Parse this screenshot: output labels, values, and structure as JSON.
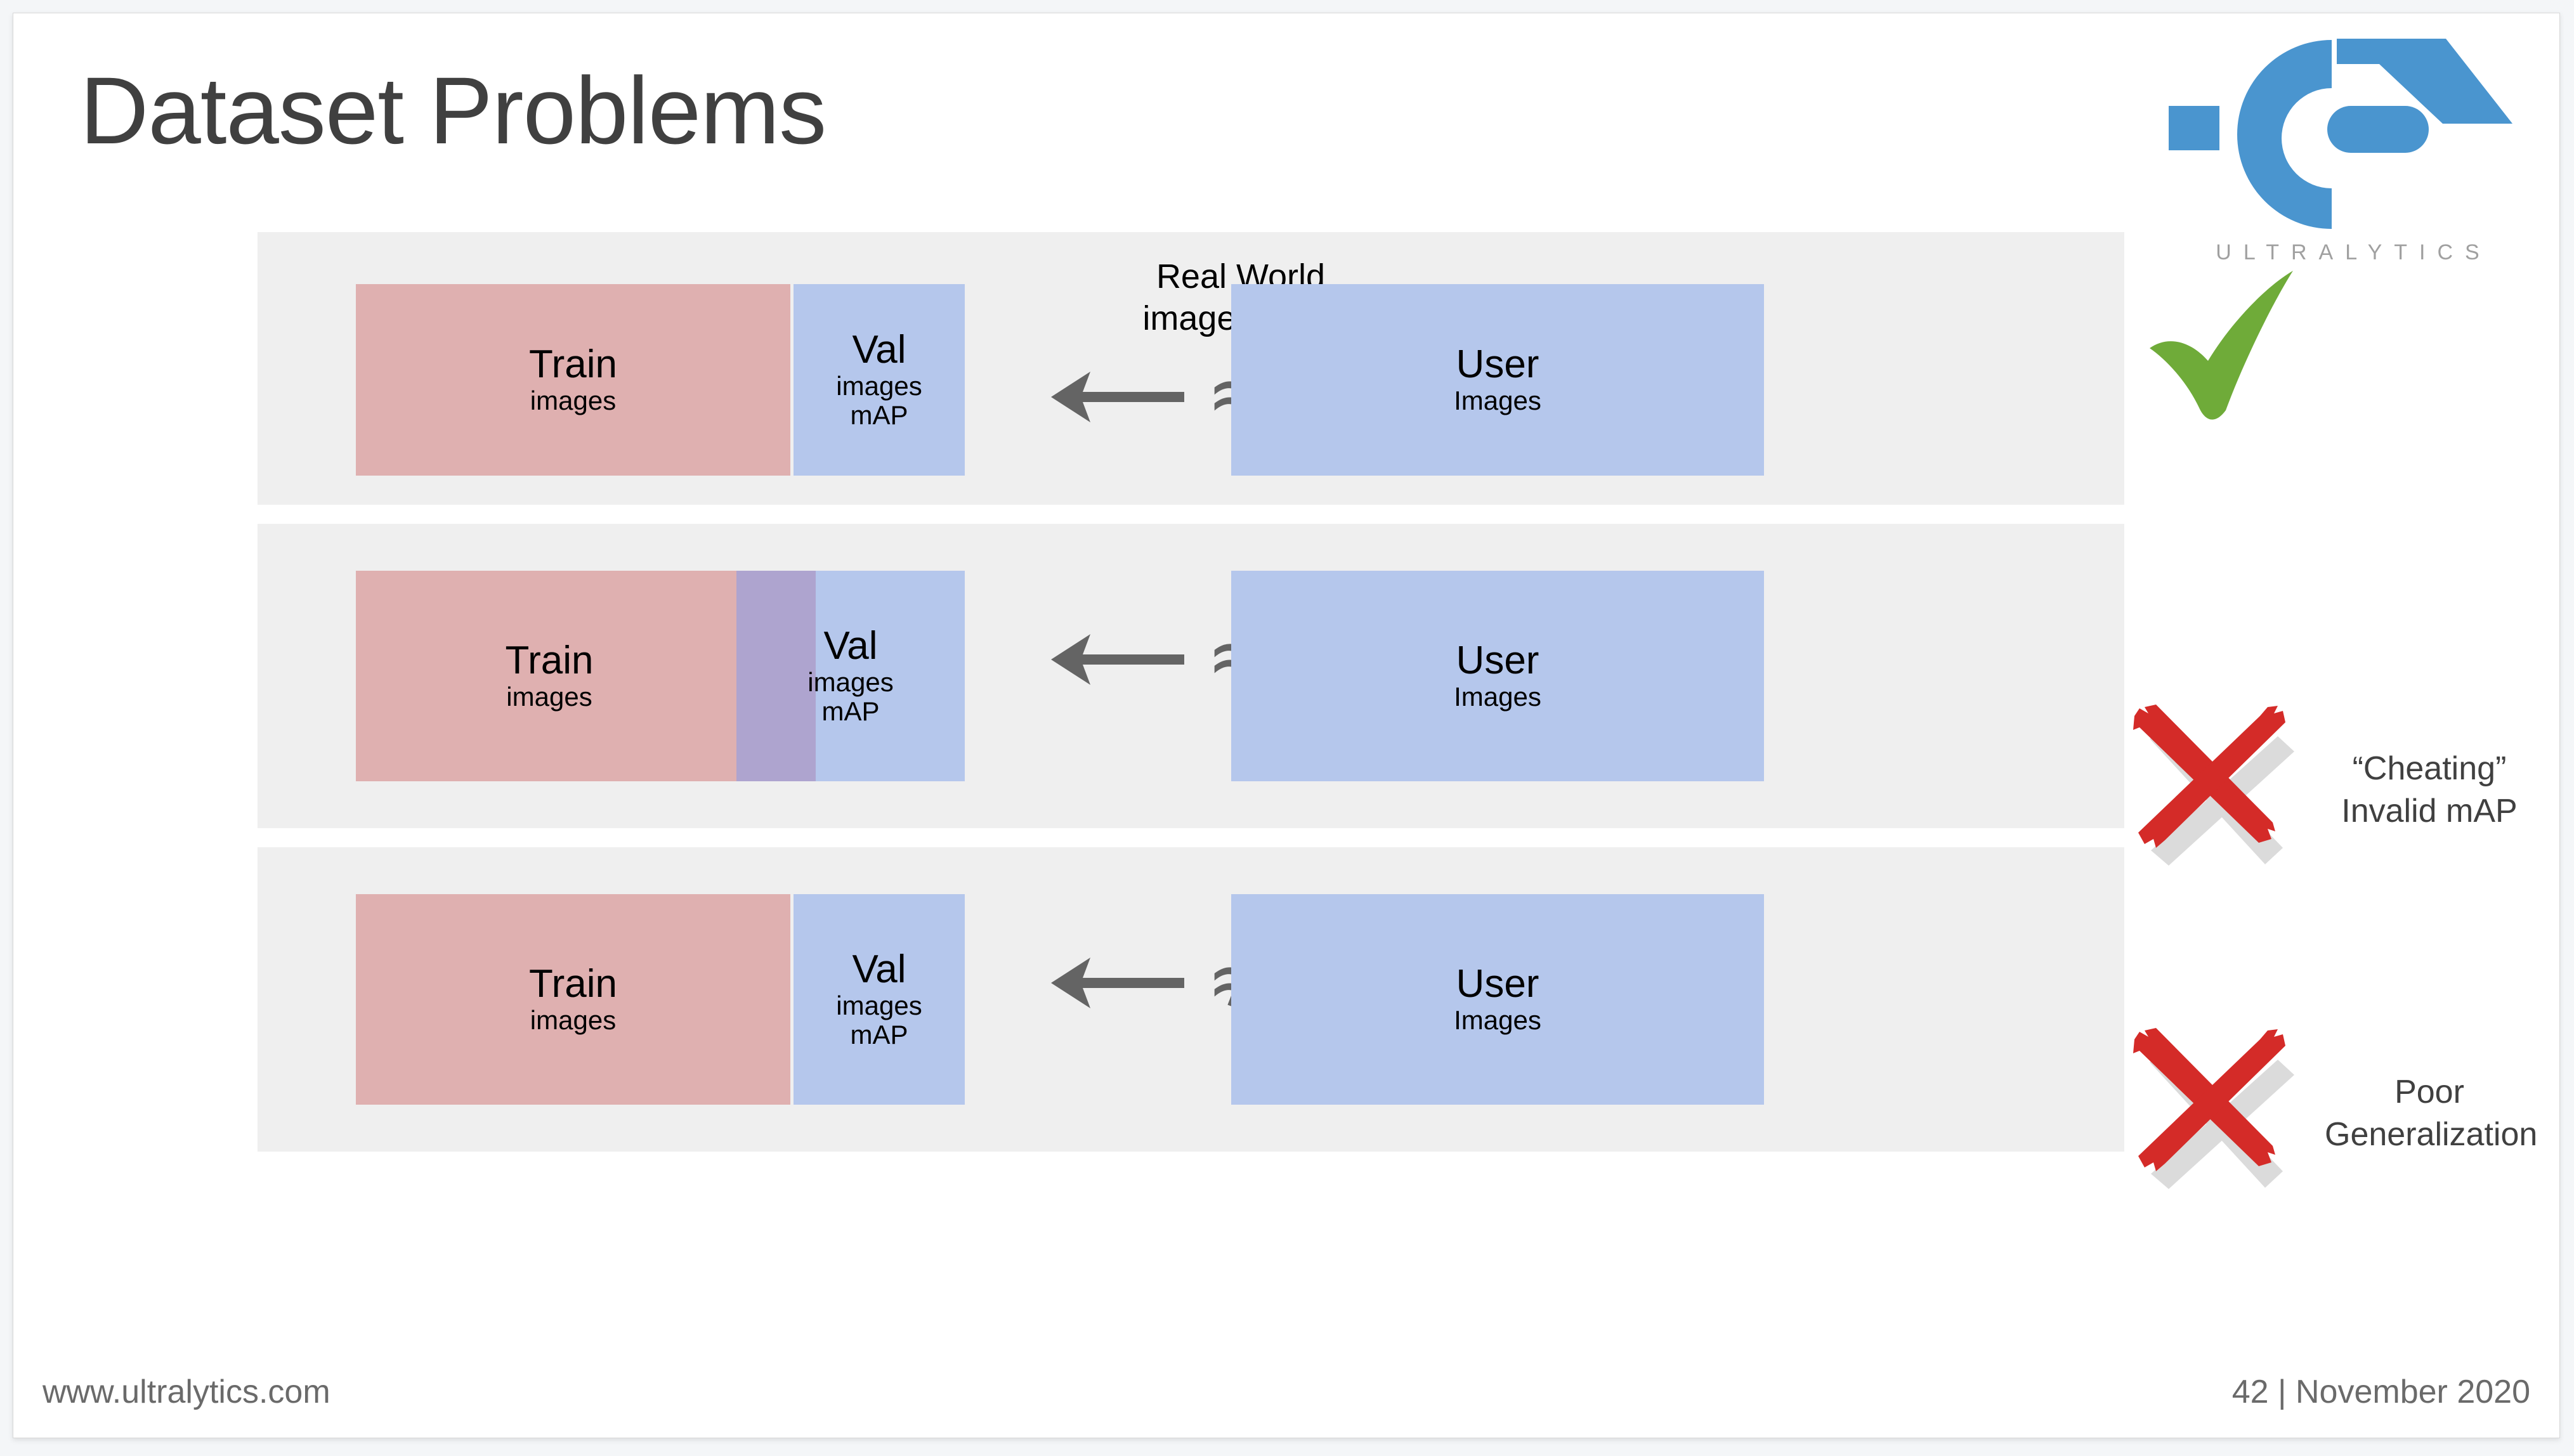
{
  "slide": {
    "title": "Dataset Problems",
    "page_number": "42",
    "date": "November 2020",
    "footer_right": "42 | November 2020",
    "footer_left_url": "www.ultralytics.com"
  },
  "brand": {
    "wordmark": "ULTRALYTICS",
    "logo_color": "#4a95cf",
    "wordmark_color": "#a0a0a0"
  },
  "colors": {
    "panel_bg": "#efefef",
    "train_pink": "#dfb0b0",
    "val_blue": "#b5c7ec",
    "user_blue": "#b5c7ec",
    "overlap_purple": "#aea4cf",
    "arrow_gray": "#646464",
    "check_green": "#6fab39",
    "cross_red": "#d42b28",
    "title_gray": "#404040",
    "footer_gray": "#6a6a6a"
  },
  "rows": [
    {
      "id": "row1",
      "train": {
        "title": "Train",
        "subtitle": "images"
      },
      "val": {
        "title": "Val",
        "subtitle_1": "images",
        "subtitle_2": "mAP"
      },
      "user": {
        "title": "User",
        "subtitle": "Images"
      },
      "relation_caption": "Real World\nimage-space",
      "relation_symbol": "≈",
      "relation_meaning": "approximately-equal",
      "verdict_icon": "check-icon",
      "verdict_text": ""
    },
    {
      "id": "row2",
      "train": {
        "title": "Train",
        "subtitle": "images"
      },
      "val": {
        "title": "Val",
        "subtitle_1": "images",
        "subtitle_2": "mAP"
      },
      "user": {
        "title": "User",
        "subtitle": "Images"
      },
      "relation_caption": "",
      "relation_symbol": "≈",
      "relation_meaning": "approximately-equal",
      "has_overlap": true,
      "verdict_icon": "cross-icon",
      "verdict_text": "“Cheating”\nInvalid mAP"
    },
    {
      "id": "row3",
      "train": {
        "title": "Train",
        "subtitle": "images"
      },
      "val": {
        "title": "Val",
        "subtitle_1": "images",
        "subtitle_2": "mAP"
      },
      "user": {
        "title": "User",
        "subtitle": "Images"
      },
      "relation_caption": "",
      "relation_symbol": "≉",
      "relation_meaning": "not-approximately-equal",
      "verdict_icon": "cross-icon",
      "verdict_text": "Poor\nGeneralization"
    }
  ]
}
